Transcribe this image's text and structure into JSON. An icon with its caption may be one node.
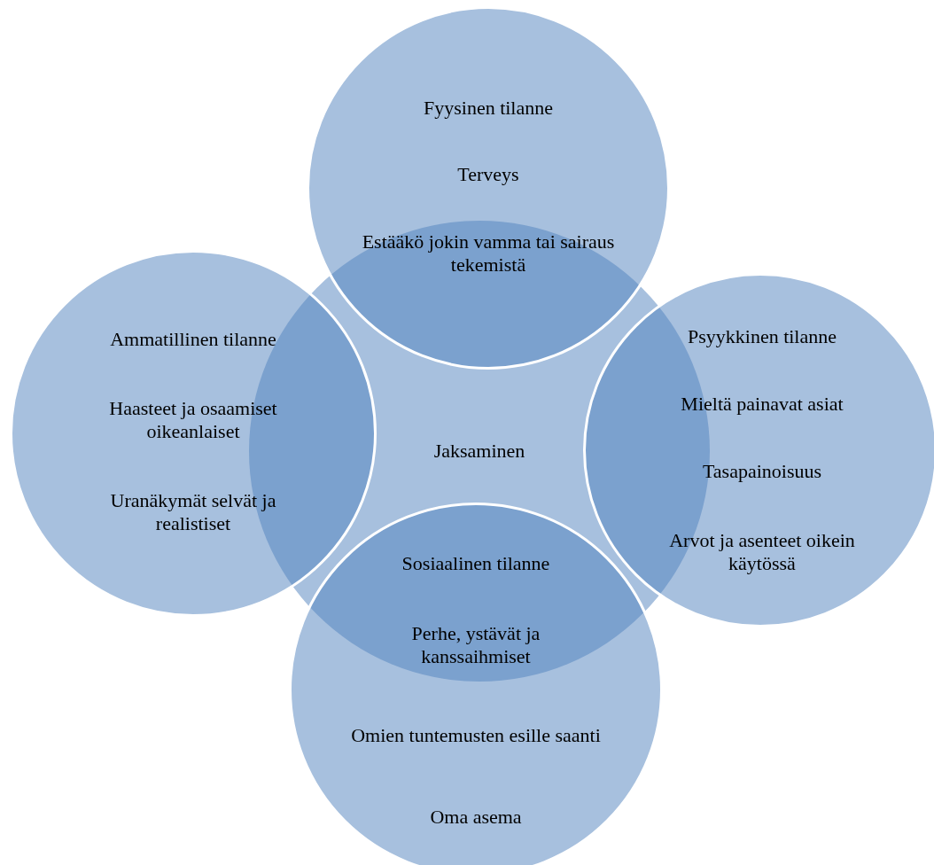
{
  "diagram": {
    "nodes": [
      {
        "text": [
          "Jaksaminen"
        ]
      },
      {
        "text": [
          "Fyysinen tilanne",
          "Terveys",
          "Estääkö jokin vamma tai sairaus tekemistä"
        ]
      },
      {
        "text": [
          "Ammatillinen tilanne",
          "Haasteet ja osaamiset oikeanlaiset",
          "Uranäkymät selvät ja realistiset"
        ]
      },
      {
        "text": [
          "Psyykkinen tilanne",
          "Mieltä painavat asiat",
          "Tasapainoisuus",
          "Arvot ja asenteet oikein käytössä"
        ]
      },
      {
        "text": [
          "Sosiaalinen tilanne",
          "Perhe, ystävät ja kanssaihmiset",
          "Omien tuntemusten esille saanti",
          "Oma asema"
        ]
      }
    ]
  }
}
